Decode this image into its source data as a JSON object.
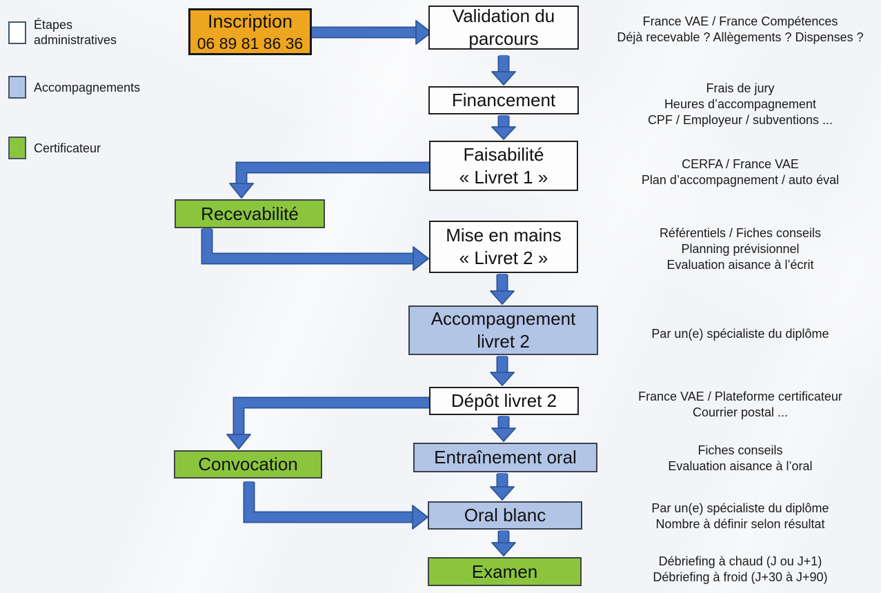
{
  "diagram_type": "flowchart",
  "legend": {
    "items": [
      {
        "id": "etapes-administratives",
        "label_lines": [
          "Étapes",
          "administratives"
        ],
        "swatch_color": "#FFFFFF"
      },
      {
        "id": "accompagnements",
        "label_lines": [
          "Accompagnements"
        ],
        "swatch_color": "#B2C5E6"
      },
      {
        "id": "certificateur",
        "label_lines": [
          "Certificateur"
        ],
        "swatch_color": "#8BC53E"
      }
    ]
  },
  "nodes": {
    "inscription": {
      "lines": [
        "Inscription",
        "06 89 81 86 36"
      ],
      "category": "contact",
      "color": "#EEA51F"
    },
    "validation": {
      "lines": [
        "Validation du",
        "parcours"
      ],
      "category": "etape-administrative",
      "color": "#FFFFFF"
    },
    "financement": {
      "lines": [
        "Financement"
      ],
      "category": "etape-administrative",
      "color": "#FFFFFF"
    },
    "faisabilite": {
      "lines": [
        "Faisabilité",
        "« Livret 1 »"
      ],
      "category": "etape-administrative",
      "color": "#FFFFFF"
    },
    "recevabilite": {
      "lines": [
        "Recevabilité"
      ],
      "category": "certificateur",
      "color": "#8BC53E"
    },
    "mise_en_mains": {
      "lines": [
        "Mise en mains",
        "« Livret 2 »"
      ],
      "category": "etape-administrative",
      "color": "#FFFFFF"
    },
    "accompagnement_livret2": {
      "lines": [
        "Accompagnement",
        "livret 2"
      ],
      "category": "accompagnement",
      "color": "#B2C5E6"
    },
    "depot_livret2": {
      "lines": [
        "Dépôt livret 2"
      ],
      "category": "etape-administrative",
      "color": "#FFFFFF"
    },
    "convocation": {
      "lines": [
        "Convocation"
      ],
      "category": "certificateur",
      "color": "#8BC53E"
    },
    "entrainement_oral": {
      "lines": [
        "Entraînement oral"
      ],
      "category": "accompagnement",
      "color": "#B2C5E6"
    },
    "oral_blanc": {
      "lines": [
        "Oral blanc"
      ],
      "category": "accompagnement",
      "color": "#B2C5E6"
    },
    "examen": {
      "lines": [
        "Examen"
      ],
      "category": "certificateur",
      "color": "#8BC53E"
    }
  },
  "edges": [
    {
      "from": "inscription",
      "to": "validation"
    },
    {
      "from": "validation",
      "to": "financement"
    },
    {
      "from": "financement",
      "to": "faisabilite"
    },
    {
      "from": "faisabilite",
      "to": "recevabilite"
    },
    {
      "from": "recevabilite",
      "to": "mise_en_mains"
    },
    {
      "from": "mise_en_mains",
      "to": "accompagnement_livret2"
    },
    {
      "from": "accompagnement_livret2",
      "to": "depot_livret2"
    },
    {
      "from": "depot_livret2",
      "to": "convocation"
    },
    {
      "from": "depot_livret2",
      "to": "entrainement_oral"
    },
    {
      "from": "convocation",
      "to": "oral_blanc"
    },
    {
      "from": "entrainement_oral",
      "to": "oral_blanc"
    },
    {
      "from": "oral_blanc",
      "to": "examen"
    }
  ],
  "annotations": [
    {
      "for": "validation",
      "lines": [
        "France VAE / France Compétences",
        "Déjà recevable ? Allègements ? Dispenses ?"
      ]
    },
    {
      "for": "financement",
      "lines": [
        "Frais de jury",
        "Heures d’accompagnement",
        "CPF / Employeur / subventions ..."
      ]
    },
    {
      "for": "faisabilite",
      "lines": [
        "CERFA / France VAE",
        "Plan d’accompagnement / auto éval"
      ]
    },
    {
      "for": "mise_en_mains",
      "lines": [
        "Référentiels / Fiches conseils",
        "Planning prévisionnel",
        "Evaluation aisance à l’écrit"
      ]
    },
    {
      "for": "accompagnement_livret2",
      "lines": [
        "Par un(e) spécialiste du diplôme"
      ]
    },
    {
      "for": "depot_livret2",
      "lines": [
        "France VAE / Plateforme certificateur",
        "Courrier postal ..."
      ]
    },
    {
      "for": "entrainement_oral",
      "lines": [
        "Fiches conseils",
        "Evaluation aisance à l’oral"
      ]
    },
    {
      "for": "oral_blanc",
      "lines": [
        "Par un(e) spécialiste du diplôme",
        "Nombre à définir selon résultat"
      ]
    },
    {
      "for": "examen",
      "lines": [
        "Débriefing à chaud (J ou J+1)",
        "Débriefing à froid (J+30 à J+90)"
      ]
    }
  ],
  "colors": {
    "background": "#F2F4F7",
    "arrow": "#4472C4",
    "arrow_border": "#2F5597",
    "admin_box": "#FFFFFF",
    "accompagnement_box": "#B2C5E6",
    "certificateur_box": "#8BC53E",
    "contact_box": "#EEA51F",
    "text": "#1A1A1A"
  }
}
